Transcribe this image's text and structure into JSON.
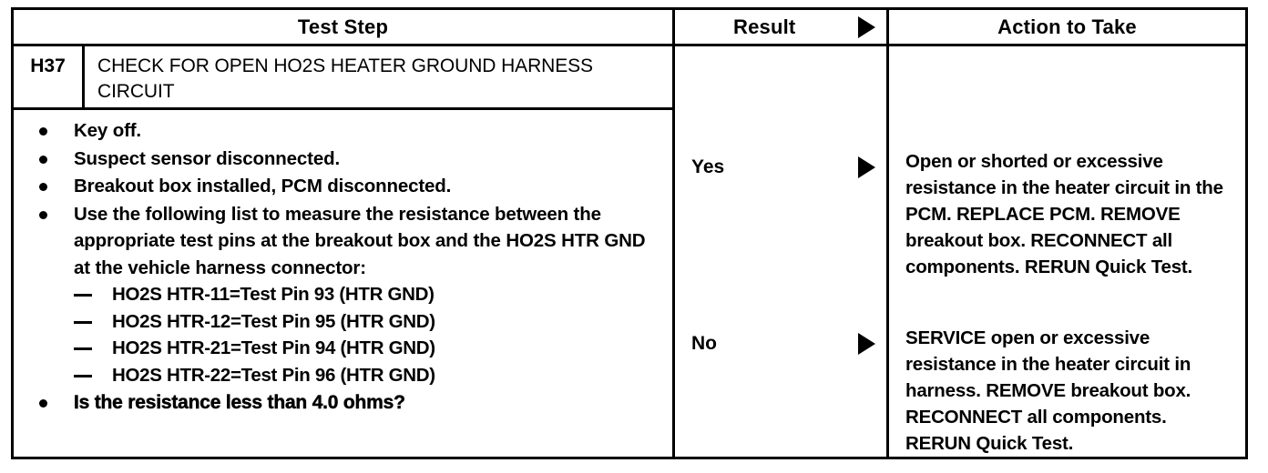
{
  "table": {
    "headers": {
      "test_step": "Test Step",
      "result": "Result",
      "action": "Action to Take",
      "result_arrow_icon": "triangle-right-icon"
    },
    "step": {
      "code": "H37",
      "title": "CHECK FOR OPEN HO2S HEATER GROUND HARNESS CIRCUIT",
      "bullets": [
        {
          "text": "Key off."
        },
        {
          "text": "Suspect sensor disconnected."
        },
        {
          "text": "Breakout box installed, PCM disconnected."
        },
        {
          "text": "Use the following list to measure the resistance between the appropriate test pins at the breakout box and the HO2S HTR GND at the vehicle harness connector:"
        }
      ],
      "sublist": [
        "HO2S HTR-11=Test Pin 93 (HTR GND)",
        "HO2S HTR-12=Test Pin 95 (HTR GND)",
        "HO2S HTR-21=Test Pin 94 (HTR GND)",
        "HO2S HTR-22=Test Pin 96 (HTR GND)"
      ],
      "question": "Is the resistance less than 4.0 ohms?"
    },
    "results": [
      {
        "label": "Yes",
        "arrow_icon": "triangle-right-icon"
      },
      {
        "label": "No",
        "arrow_icon": "triangle-right-icon"
      }
    ],
    "actions": [
      {
        "text": "Open or shorted or excessive resistance in the heater circuit in the PCM. REPLACE PCM. REMOVE breakout box. RECONNECT all components. RERUN Quick Test."
      },
      {
        "text": "SERVICE open or excessive resistance in the heater circuit in harness. REMOVE breakout box. RECONNECT all components. RERUN Quick Test."
      }
    ]
  },
  "colors": {
    "ink": "#000000",
    "paper": "#ffffff"
  }
}
